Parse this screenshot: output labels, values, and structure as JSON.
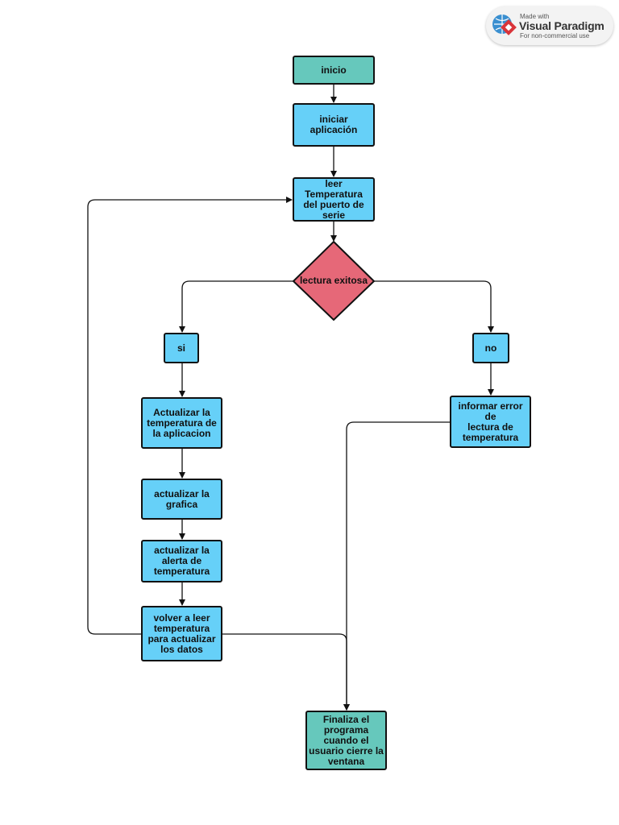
{
  "diagram": {
    "nodes": {
      "start": "inicio",
      "init_app": "iniciar\naplicación",
      "read_temp": "leer Temperatura\ndel puerto de\nserie",
      "decision": "lectura exitosa",
      "yes": "si",
      "no": "no",
      "update_temp": "Actualizar la\ntemperatura de\nla aplicacion",
      "update_chart": "actualizar la\ngrafica",
      "update_alert": "actualizar la\nalerta de\ntemperatura",
      "reread": "volver a leer\ntemperatura\npara actualizar\nlos datos",
      "read_error": "informar error de\nlectura de\ntemperatura",
      "end": "Finaliza el\nprograma\ncuando el\nusuario cierre la\nventana"
    },
    "colors": {
      "process": "#66d0f8",
      "terminal": "#66c8bc",
      "decision": "#e66878",
      "line": "#111111"
    }
  },
  "watermark": {
    "made_with": "Made with",
    "brand": "Visual Paradigm",
    "note": "For non-commercial use",
    "logo_icon": "visual-paradigm-logo-icon"
  }
}
